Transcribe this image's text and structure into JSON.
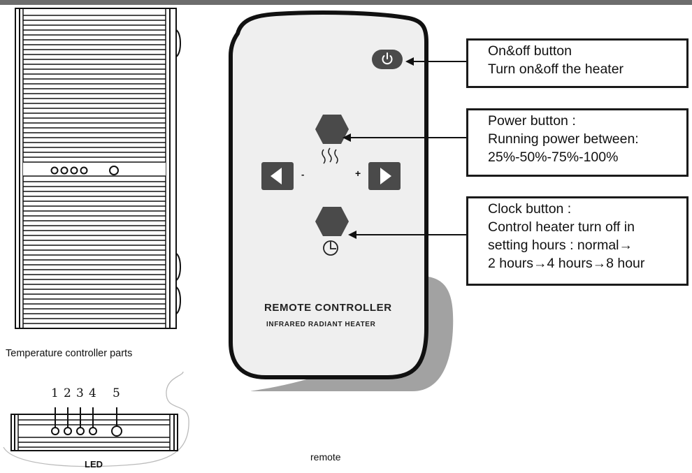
{
  "heater": {
    "caption": "Temperature controller parts"
  },
  "led_panel": {
    "numbers": [
      "1",
      "2",
      "3",
      "4",
      "5"
    ],
    "caption": "LED"
  },
  "remote": {
    "title": "REMOTE CONTROLLER",
    "subtitle": "INFRARED RADIANT HEATER",
    "minus_symbol": "-",
    "plus_symbol": "+",
    "caption": "remote"
  },
  "callouts": {
    "onoff": {
      "line1": "On&off button",
      "line2": "Turn on&off the heater"
    },
    "power": {
      "line1": "Power button :",
      "line2": "Running power between:",
      "line3": "25%-50%-75%-100%"
    },
    "clock": {
      "line1": "Clock button :",
      "line2": "Control heater turn off in",
      "line3": "setting hours : normal→",
      "line4": "2 hours→4 hours→8 hour"
    }
  },
  "icons": {
    "power": "power-icon",
    "heat": "heat-waves-icon",
    "clock": "clock-icon",
    "left": "left-arrow-icon",
    "right": "right-arrow-icon"
  },
  "colors": {
    "button_fill": "#4a4a4a",
    "remote_body": "#efefef",
    "border": "#1a1a1a"
  }
}
